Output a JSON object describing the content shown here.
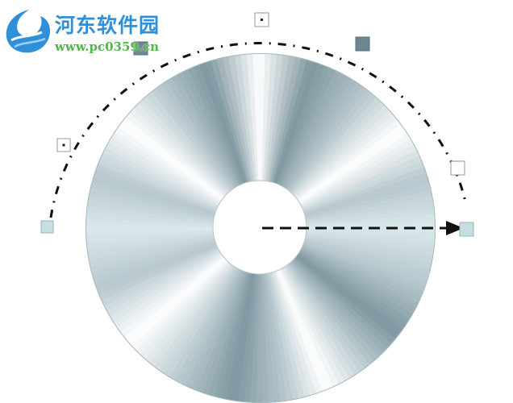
{
  "watermark": {
    "site_name": "河东软件园",
    "url": "www.pc0359.cn",
    "logo_icon": "river-drop-logo-icon",
    "title_color": "#2f8fd8",
    "url_color": "#52b547"
  },
  "canvas": {
    "object": "cd-disc",
    "disc_colors": {
      "dark": "#7f97a0",
      "mid": "#b6c7cd",
      "light": "#ffffff",
      "tint": "#dbe9ec",
      "edge": "#a9b8bd"
    },
    "fill_type": "conical-gradient",
    "selection": {
      "path_style": "dash-dot",
      "arrow_style": "dashed",
      "handle_fill": "#c6dde1",
      "handle_selected_fill": "#6c8790"
    }
  }
}
